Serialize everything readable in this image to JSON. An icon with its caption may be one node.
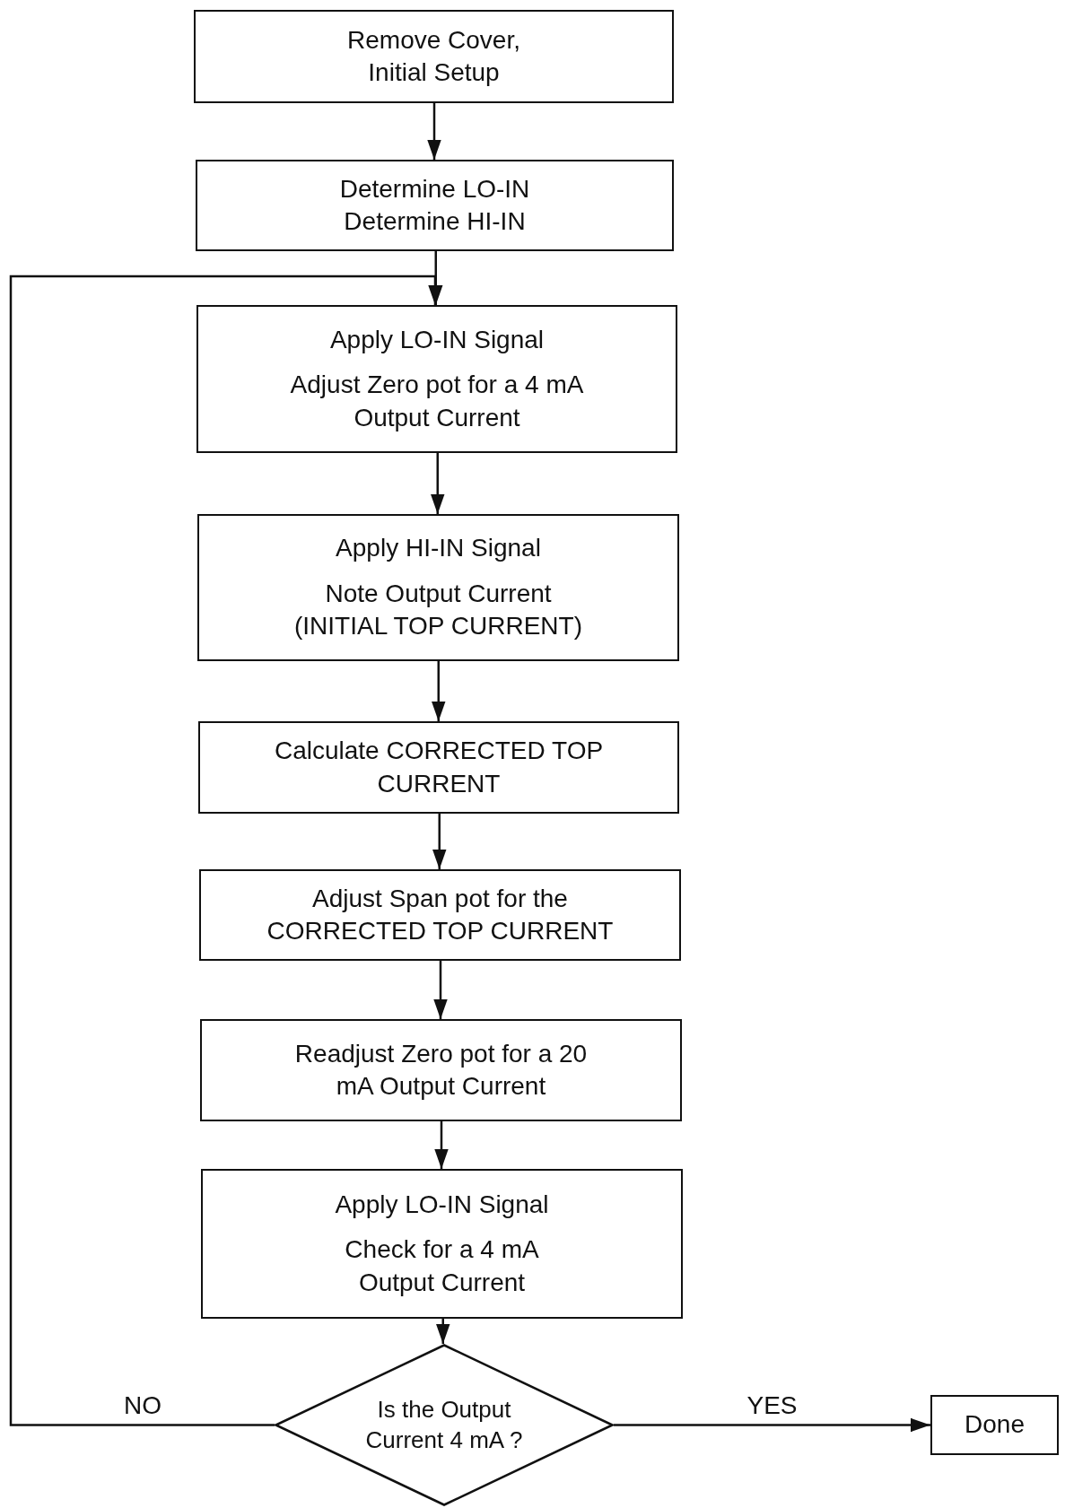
{
  "diagram": {
    "nodes": [
      {
        "text": [
          "Remove Cover, Initial Setup"
        ]
      },
      {
        "text": [
          "Determine LO-IN",
          "Determine HI-IN"
        ]
      },
      {
        "text": [
          "Apply LO-IN Signal",
          "Adjust Zero pot for a 4 mA Output Current"
        ]
      },
      {
        "text": [
          "Apply HI-IN Signal",
          "Note Output Current (INITIAL TOP CURRENT)"
        ]
      },
      {
        "text": [
          "Calculate CORRECTED TOP CURRENT"
        ]
      },
      {
        "text": [
          "Adjust Span pot for the CORRECTED TOP CURRENT"
        ]
      },
      {
        "text": [
          "Readjust Zero pot for a 20 mA Output Current"
        ]
      },
      {
        "text": [
          "Apply LO-IN Signal",
          "Check for a 4 mA Output Current"
        ]
      },
      {
        "text": [
          "Is the Output Current 4 mA ?"
        ]
      },
      {
        "text": [
          "Done"
        ]
      }
    ],
    "edges": [
      {
        "from": 0,
        "to": 1,
        "arrow": "to"
      },
      {
        "from": 1,
        "to": 2,
        "arrow": "to"
      },
      {
        "from": 2,
        "to": 3,
        "arrow": "to"
      },
      {
        "from": 3,
        "to": 4,
        "arrow": "to"
      },
      {
        "from": 4,
        "to": 5,
        "arrow": "to"
      },
      {
        "from": 5,
        "to": 6,
        "arrow": "to"
      },
      {
        "from": 6,
        "to": 7,
        "arrow": "to"
      },
      {
        "from": 7,
        "to": 8,
        "arrow": "to"
      },
      {
        "from": 8,
        "to": 9,
        "arrow": "to",
        "label": "YES"
      },
      {
        "from": 8,
        "to": 2,
        "arrow": "to",
        "label": "NO"
      }
    ]
  }
}
